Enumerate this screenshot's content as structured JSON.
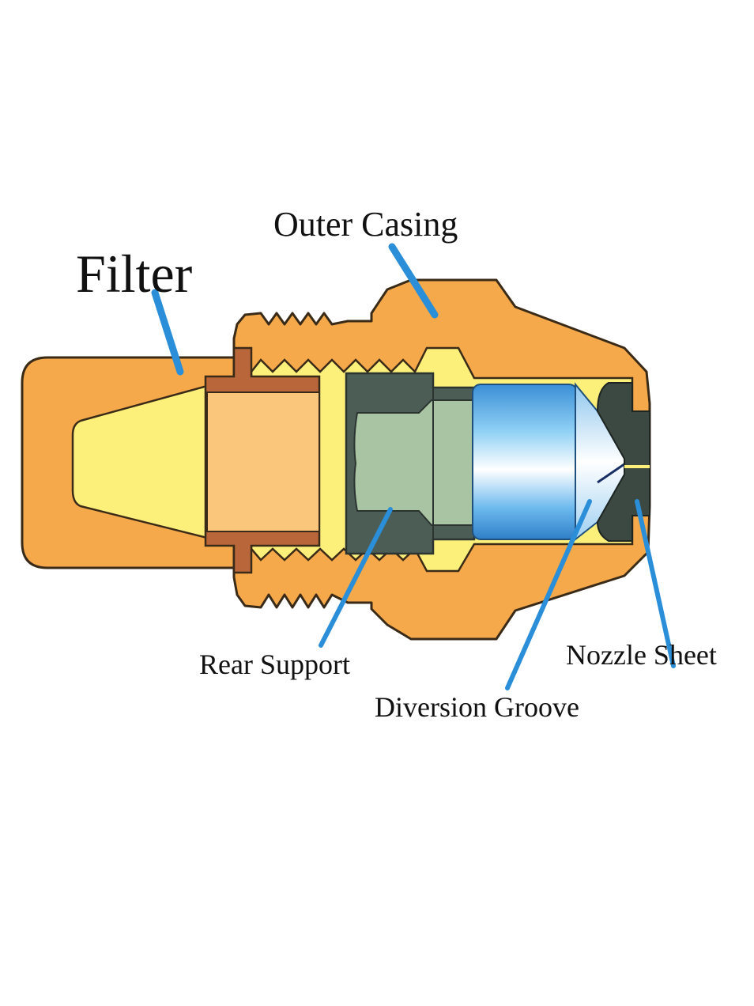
{
  "labels": {
    "filter": "Filter",
    "outer_casing": "Outer Casing",
    "rear_support": "Rear Support",
    "nozzle_sheet": "Nozzle Sheet",
    "diversion_groove": "Diversion Groove"
  },
  "colors": {
    "casing": "#f5a94a",
    "casing_stroke": "#3a2a18",
    "filter_inner": "#fdf07a",
    "filter_cap": "#b9673a",
    "filter_core": "#f9c67c",
    "rear_support_dark": "#4c5d55",
    "rear_support_light": "#a9c4a2",
    "nozzle_body": "#4aa0e0",
    "nozzle_sheet": "#3c4842",
    "leader_line": "#2a8fd8"
  }
}
